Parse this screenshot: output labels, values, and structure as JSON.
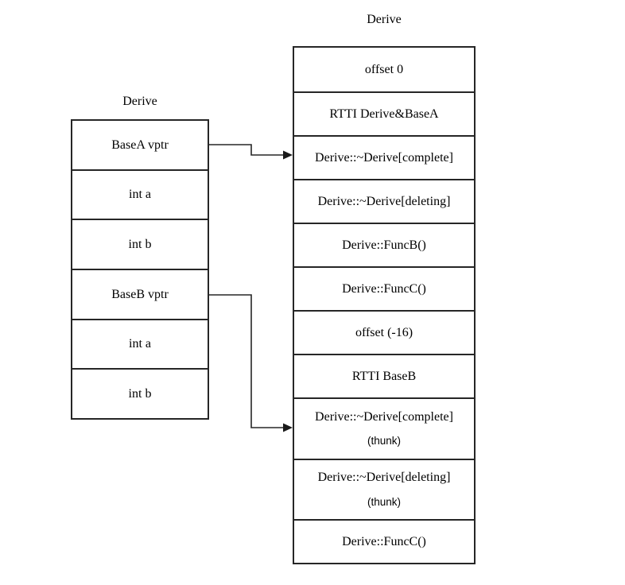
{
  "diagram": {
    "background_color": "#ffffff",
    "line_color": "#262626",
    "text_color": "#000000",
    "left_table": {
      "title": "Derive",
      "cells": [
        {
          "label": "BaseA vptr"
        },
        {
          "label": "int a"
        },
        {
          "label": "int b"
        },
        {
          "label": "BaseB vptr"
        },
        {
          "label": "int a"
        },
        {
          "label": "int b"
        }
      ]
    },
    "right_table": {
      "title": "Derive",
      "cells": [
        {
          "label": "offset 0"
        },
        {
          "label": "RTTI Derive&BaseA"
        },
        {
          "label": "Derive::~Derive[complete]"
        },
        {
          "label": "Derive::~Derive[deleting]"
        },
        {
          "label": "Derive::FuncB()"
        },
        {
          "label": "Derive::FuncC()"
        },
        {
          "label": "offset (-16)"
        },
        {
          "label": "RTTI BaseB"
        },
        {
          "label": "Derive::~Derive[complete]",
          "sublabel": "(thunk)"
        },
        {
          "label": "Derive::~Derive[deleting]",
          "sublabel": "(thunk)"
        },
        {
          "label": "Derive::FuncC()"
        }
      ]
    },
    "arrows": [
      {
        "from": "BaseA vptr",
        "to": "Derive::~Derive[complete]"
      },
      {
        "from": "BaseB vptr",
        "to": "Derive::~Derive[complete] (thunk)"
      }
    ]
  }
}
